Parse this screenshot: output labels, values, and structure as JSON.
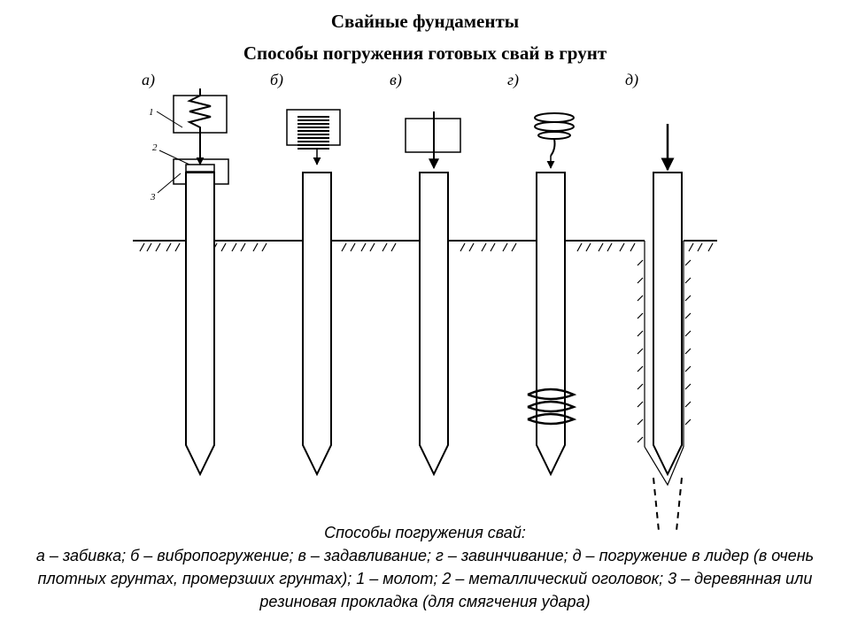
{
  "header": {
    "title": "Свайные фундаменты",
    "subtitle": "Способы погружения готовых свай в грунт"
  },
  "figure": {
    "method_letters": [
      "а)",
      "б)",
      "в)",
      "г)",
      "д)"
    ],
    "callouts": [
      "1",
      "2",
      "3"
    ]
  },
  "caption": {
    "title": "Способы погружения свай:",
    "body": "а – забивка; б – вибропогружение; в – задавливание; г – завинчивание; д – погружение в лидер (в очень плотных грунтах, промерзших грунтах); 1 – молот; 2 – металлический оголовок; 3 – деревянная или резиновая прокладка (для смягчения удара)"
  }
}
